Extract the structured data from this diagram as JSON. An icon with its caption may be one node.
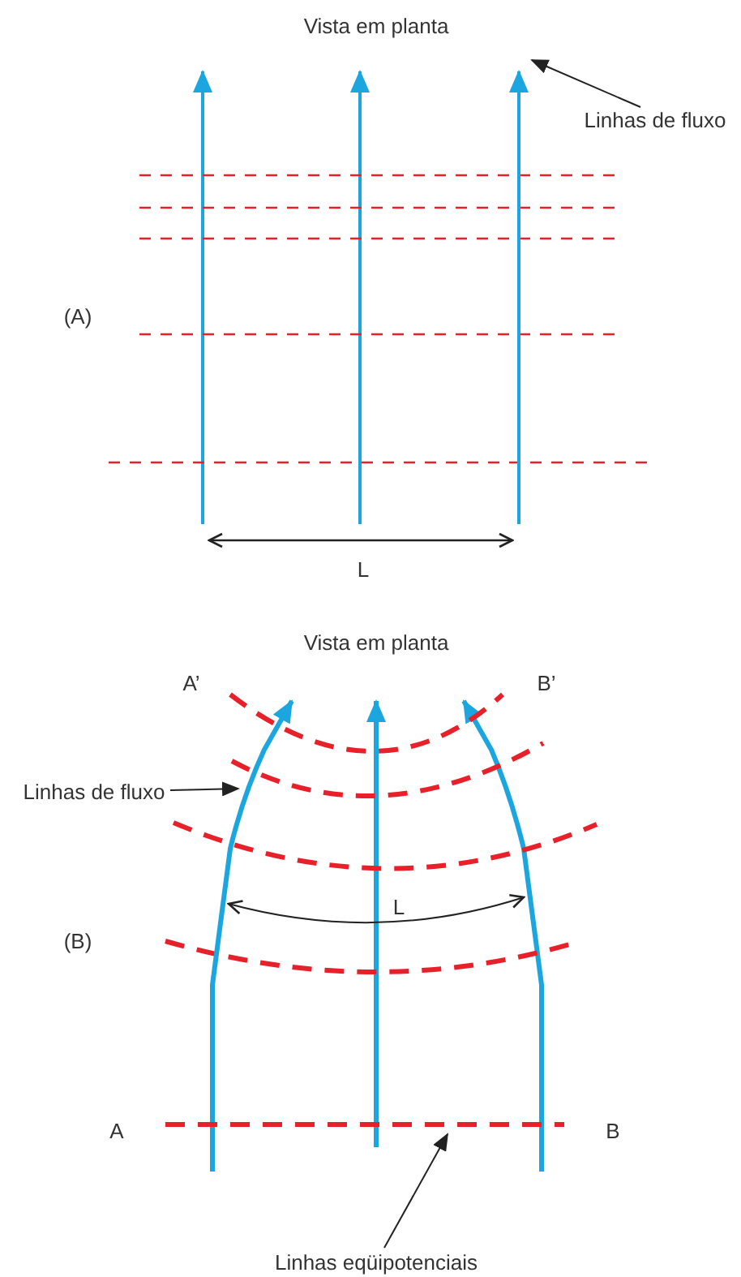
{
  "diagram": {
    "nodes": [
      {
        "text": [
          "Linhas de fluxo"
        ]
      },
      {
        "text": [],
        "shape": "line"
      },
      {
        "text": [
          "Linhas de fluxo"
        ]
      },
      {
        "text": [],
        "shape": "line"
      },
      {
        "text": [
          "Linhas eqüipotenciais"
        ]
      },
      {
        "text": [],
        "shape": "line"
      }
    ],
    "edges": [
      {
        "from": 0,
        "to": 1,
        "arrow": "to"
      },
      {
        "from": 2,
        "to": 3,
        "arrow": "to"
      },
      {
        "from": 4,
        "to": 5,
        "arrow": "to"
      }
    ],
    "labels": [
      "Vista em planta",
      "(A)",
      "L",
      "Vista em planta",
      "A’",
      "B’",
      "L",
      "(B)",
      "A",
      "B"
    ]
  }
}
